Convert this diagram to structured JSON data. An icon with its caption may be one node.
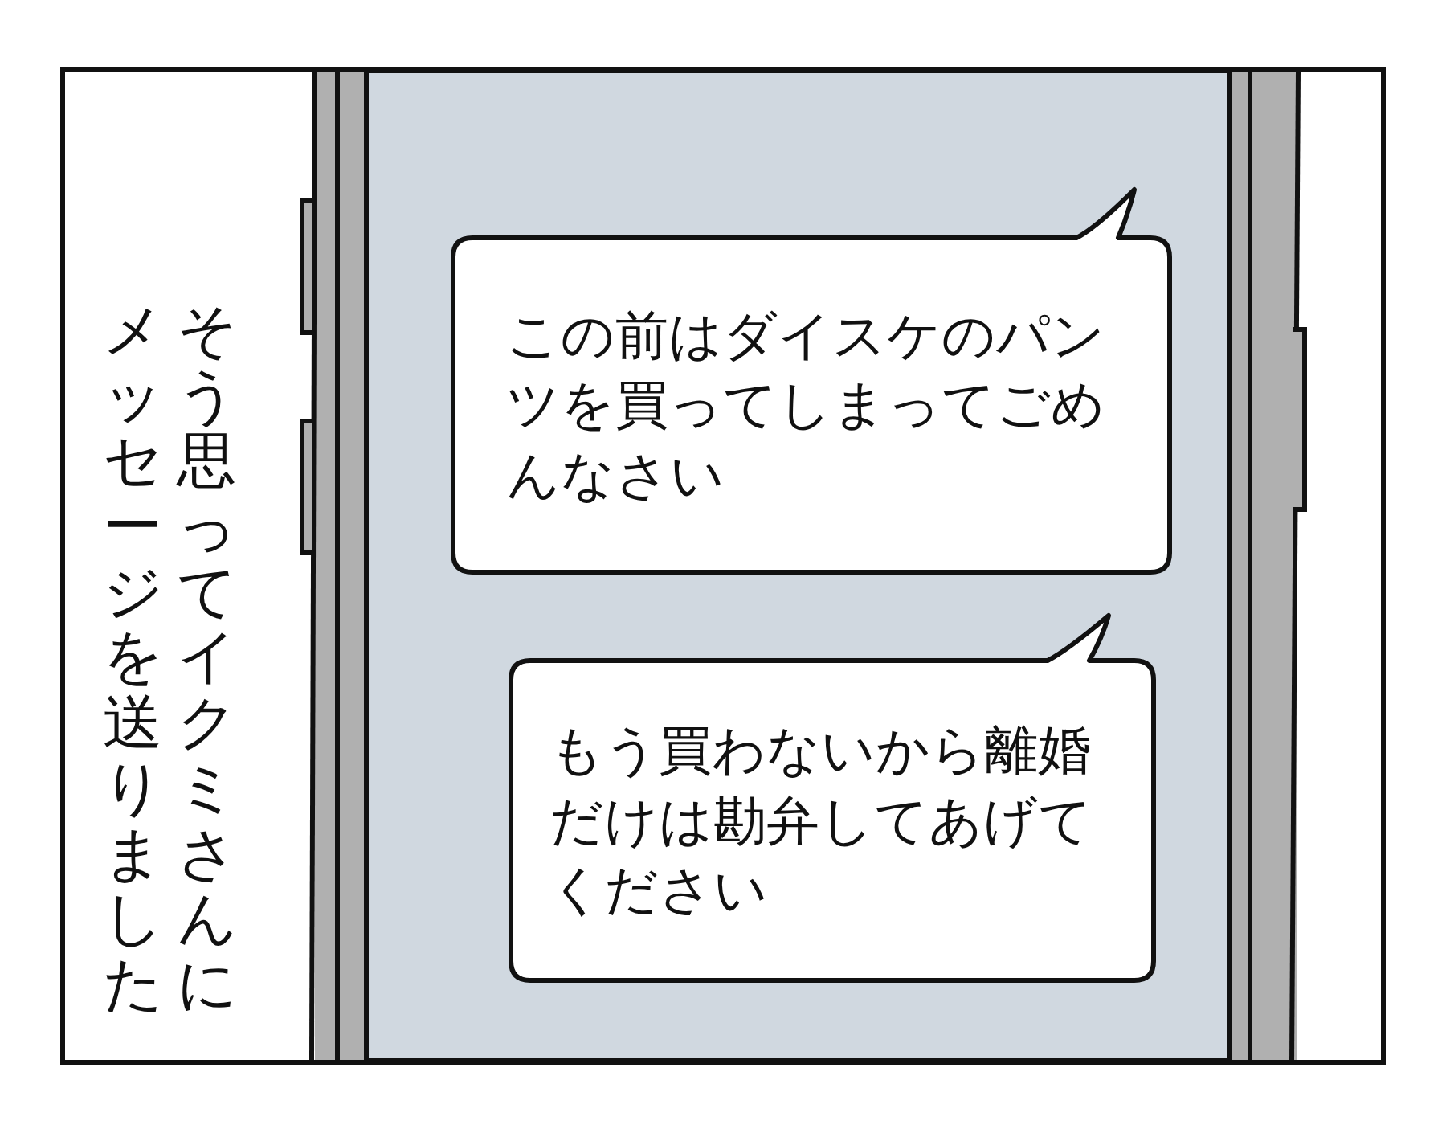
{
  "diagram": {
    "nodes": [
      {
        "text": [
          "この前はダイスケのパンツを買ってしまってごめんなさい"
        ]
      },
      {
        "text": [
          "もう買わないから離婚だけは勘弁してあげてください"
        ]
      }
    ],
    "labels": [
      "そう思ってイクミさんに",
      "メッセージを送りました"
    ]
  }
}
